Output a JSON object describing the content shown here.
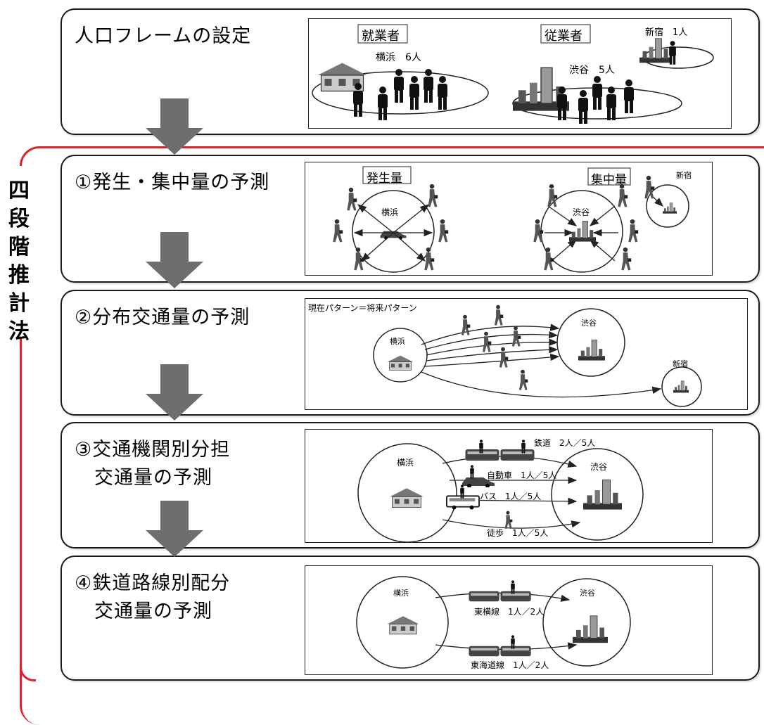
{
  "side_label": [
    "四",
    "段",
    "階",
    "推",
    "計",
    "法"
  ],
  "steps": [
    {
      "title": "人口フレームの設定",
      "labels": {
        "box1": "就業者",
        "box2": "従業者",
        "yokohama": "横浜　6人",
        "shibuya": "渋谷　5人",
        "shinjuku": "新宿　1人"
      }
    },
    {
      "title": "①発生・集中量の予測",
      "labels": {
        "box1": "発生量",
        "box2": "集中量",
        "yokohama": "横浜",
        "shibuya": "渋谷",
        "shinjuku": "新宿"
      }
    },
    {
      "title": "②分布交通量の予測",
      "labels": {
        "pattern": "現在パターン＝将来パターン",
        "yokohama": "横浜",
        "shibuya": "渋谷",
        "shinjuku": "新宿"
      }
    },
    {
      "title": "③交通機関別分担\n　交通量の予測",
      "labels": {
        "yokohama": "横浜",
        "shibuya": "渋谷",
        "rail": "鉄道　2人／5人",
        "car": "自動車　1人／5人",
        "bus": "バス　1人／5人",
        "walk": "徒歩　1人／5人"
      }
    },
    {
      "title": "④鉄道路線別配分\n　交通量の予測",
      "labels": {
        "yokohama": "横浜",
        "shibuya": "渋谷",
        "toyoko": "東横線　1人／2人",
        "tokaido": "東海道線　1人／2人"
      }
    }
  ],
  "colors": {
    "bracket": "#e0202a",
    "arrow": "#6e6e6e",
    "border": "#1a1a1a"
  }
}
